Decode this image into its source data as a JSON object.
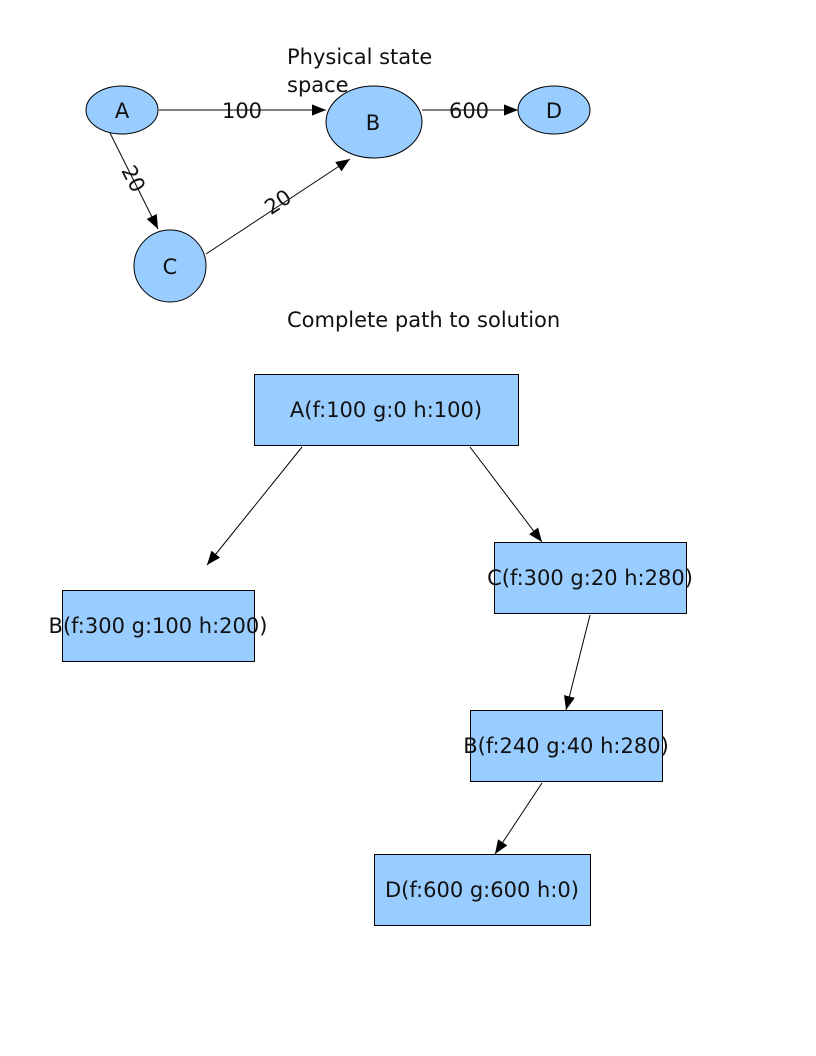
{
  "physical_state_space": {
    "title": "Physical state\nspace",
    "nodes": [
      {
        "id": "A",
        "label": "A"
      },
      {
        "id": "B",
        "label": "B"
      },
      {
        "id": "C",
        "label": "C"
      },
      {
        "id": "D",
        "label": "D"
      }
    ],
    "edges": [
      {
        "from": "A",
        "to": "B",
        "cost": "100"
      },
      {
        "from": "B",
        "to": "D",
        "cost": "600"
      },
      {
        "from": "A",
        "to": "C",
        "cost": "20"
      },
      {
        "from": "C",
        "to": "B",
        "cost": "20"
      }
    ]
  },
  "search_tree": {
    "title": "Complete path to solution",
    "nodes": [
      {
        "id": "n1",
        "label": "A(f:100 g:0 h:100)"
      },
      {
        "id": "n2",
        "label": "B(f:300 g:100 h:200)"
      },
      {
        "id": "n3",
        "label": "C(f:300 g:20 h:280)"
      },
      {
        "id": "n4",
        "label": "B(f:240 g:40 h:280)"
      },
      {
        "id": "n5",
        "label": "D(f:600 g:600 h:0)"
      }
    ],
    "edges": [
      {
        "from": "n1",
        "to": "n2"
      },
      {
        "from": "n1",
        "to": "n3"
      },
      {
        "from": "n3",
        "to": "n4"
      },
      {
        "from": "n4",
        "to": "n5"
      }
    ]
  },
  "colors": {
    "node_fill": "#99ccff",
    "stroke": "#000000"
  }
}
